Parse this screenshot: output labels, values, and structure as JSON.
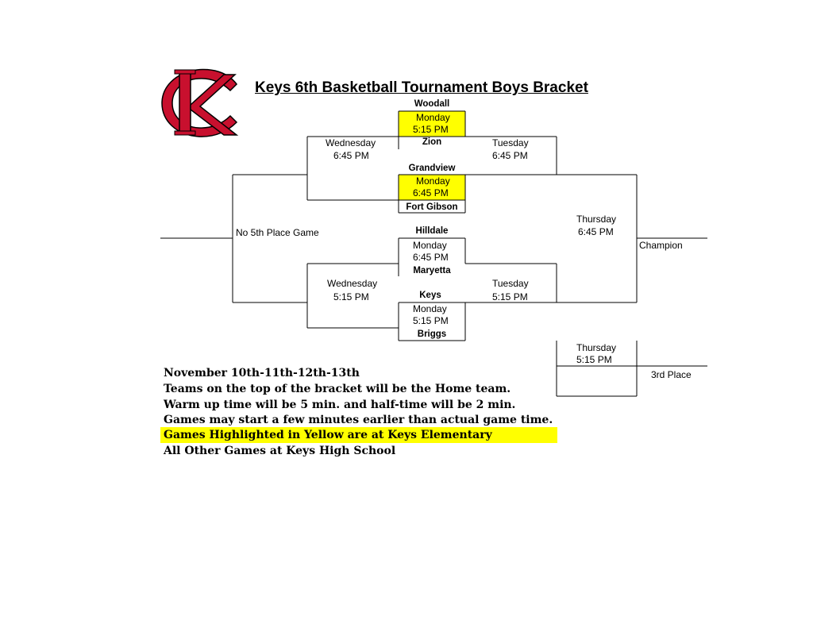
{
  "title": "Keys 6th Basketball Tournament Boys Bracket",
  "logo": {
    "icon": "kc-logo-icon",
    "color": "#c8102e",
    "letters": "KC"
  },
  "highlight_color": "#ffff00",
  "teams": {
    "woodall": "Woodall",
    "zion": "Zion",
    "grandview": "Grandview",
    "fort_gibson": "Fort Gibson",
    "hilldale": "Hilldale",
    "maryetta": "Maryetta",
    "keys": "Keys",
    "briggs": "Briggs"
  },
  "games": {
    "g1": {
      "day": "Monday",
      "time": "5:15 PM"
    },
    "g2": {
      "day": "Monday",
      "time": "6:45 PM"
    },
    "g3": {
      "day": "Monday",
      "time": "6:45 PM"
    },
    "g4": {
      "day": "Monday",
      "time": "5:15 PM"
    },
    "top_wed": {
      "day": "Wednesday",
      "time": "6:45 PM"
    },
    "top_tue": {
      "day": "Tuesday",
      "time": "6:45 PM"
    },
    "bot_wed": {
      "day": "Wednesday",
      "time": "5:15 PM"
    },
    "bot_tue": {
      "day": "Tuesday",
      "time": "5:15 PM"
    },
    "final": {
      "day": "Thursday",
      "time": "6:45 PM"
    },
    "third": {
      "day": "Thursday",
      "time": "5:15 PM"
    }
  },
  "labels": {
    "no_fifth": "No 5th Place Game",
    "champion": "Champion",
    "third_place": "3rd Place"
  },
  "notes": [
    "November 10th-11th-12th-13th",
    "Teams on the top of the bracket will be the Home team.",
    "Warm up time will be 5 min. and half-time will be 2 min.",
    "Games may start a few minutes earlier than actual game time.",
    "Games Highlighted in Yellow are at Keys Elementary",
    "All Other Games at Keys High School"
  ]
}
